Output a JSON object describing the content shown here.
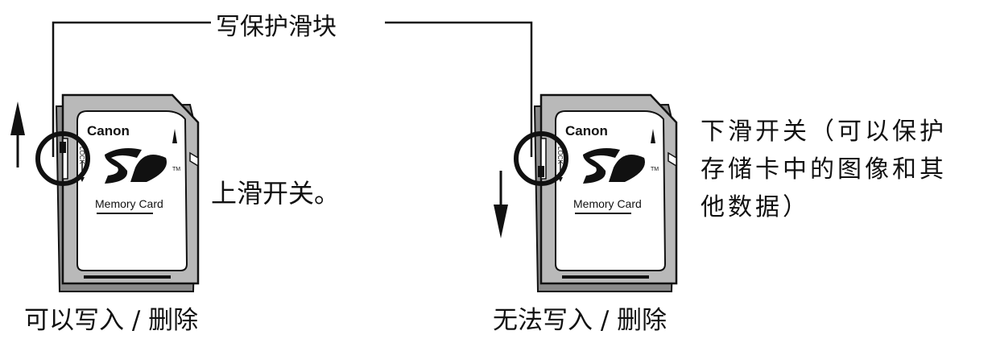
{
  "title": "写保护滑块",
  "left_card": {
    "brand": "Canon",
    "logo": "SD",
    "tm": "TM",
    "lock_text": "LOCK",
    "card_label": "Memory Card",
    "state_label": "上滑开关。",
    "caption": "可以写入 / 删除",
    "arrow": "up-arrow-icon"
  },
  "right_card": {
    "brand": "Canon",
    "logo": "SD",
    "tm": "TM",
    "lock_text": "LOCK",
    "card_label": "Memory Card",
    "state_lines": [
      "下滑开关（可以保护",
      "存储卡中的图像和其",
      "他数据）"
    ],
    "caption": "无法写入 / 删除",
    "arrow": "down-arrow-icon"
  }
}
